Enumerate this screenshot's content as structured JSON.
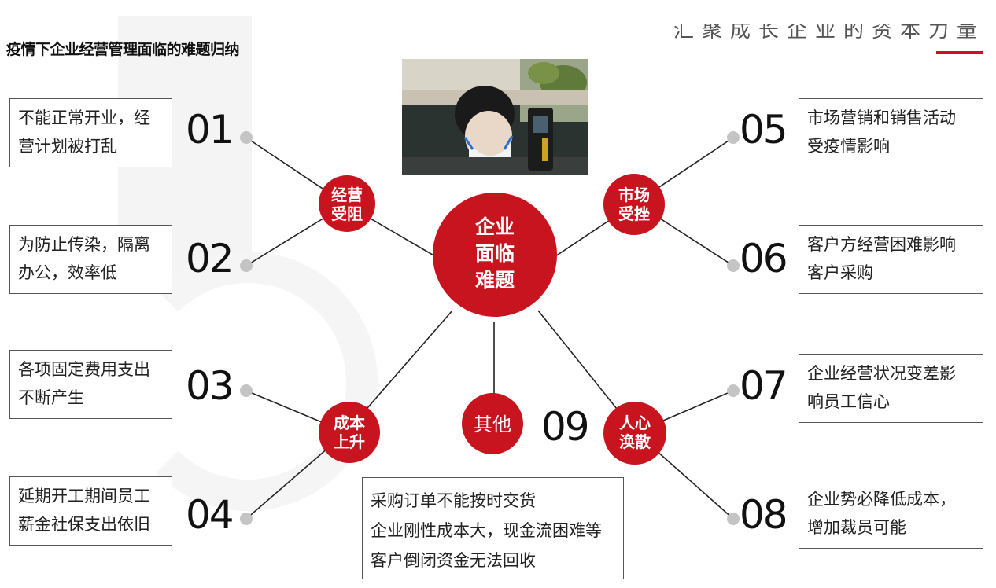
{
  "title": "疫情下企业经营管理面临的难题归纳",
  "corner_text": "汇聚成长企业的资本力量",
  "center": {
    "label_lines": [
      "企业",
      "面临",
      "难题"
    ]
  },
  "categories": [
    {
      "id": "operation",
      "lines": [
        "经营",
        "受阻"
      ]
    },
    {
      "id": "market",
      "lines": [
        "市场",
        "受挫"
      ]
    },
    {
      "id": "cost",
      "lines": [
        "成本",
        "上升"
      ]
    },
    {
      "id": "people",
      "lines": [
        "人心",
        "涣散"
      ]
    },
    {
      "id": "other",
      "lines": [
        "其他"
      ]
    }
  ],
  "items": [
    {
      "num": "01",
      "lines": [
        "不能正常开业，经",
        "营计划被打乱"
      ]
    },
    {
      "num": "02",
      "lines": [
        "为防止传染，隔离",
        "办公，效率低"
      ]
    },
    {
      "num": "03",
      "lines": [
        "各项固定费用支出",
        "不断产生"
      ]
    },
    {
      "num": "04",
      "lines": [
        "延期开工期间员工",
        "薪金社保支出依旧"
      ]
    },
    {
      "num": "05",
      "lines": [
        "市场营销和销售活动",
        "受疫情影响"
      ]
    },
    {
      "num": "06",
      "lines": [
        "客户方经营困难影响",
        "客户采购"
      ]
    },
    {
      "num": "07",
      "lines": [
        "企业经营状况变差影",
        "响员工信心"
      ]
    },
    {
      "num": "08",
      "lines": [
        "企业势必降低成本，",
        "增加裁员可能"
      ]
    },
    {
      "num": "09",
      "lines": [
        "采购订单不能按时交货",
        "企业刚性成本大，现金流困难等",
        "客户倒闭资金无法回收"
      ]
    }
  ],
  "colors": {
    "accent": "#c8141e",
    "dark_red": "#a50a14",
    "dot": "#c4c4c4",
    "line": "#222222"
  }
}
